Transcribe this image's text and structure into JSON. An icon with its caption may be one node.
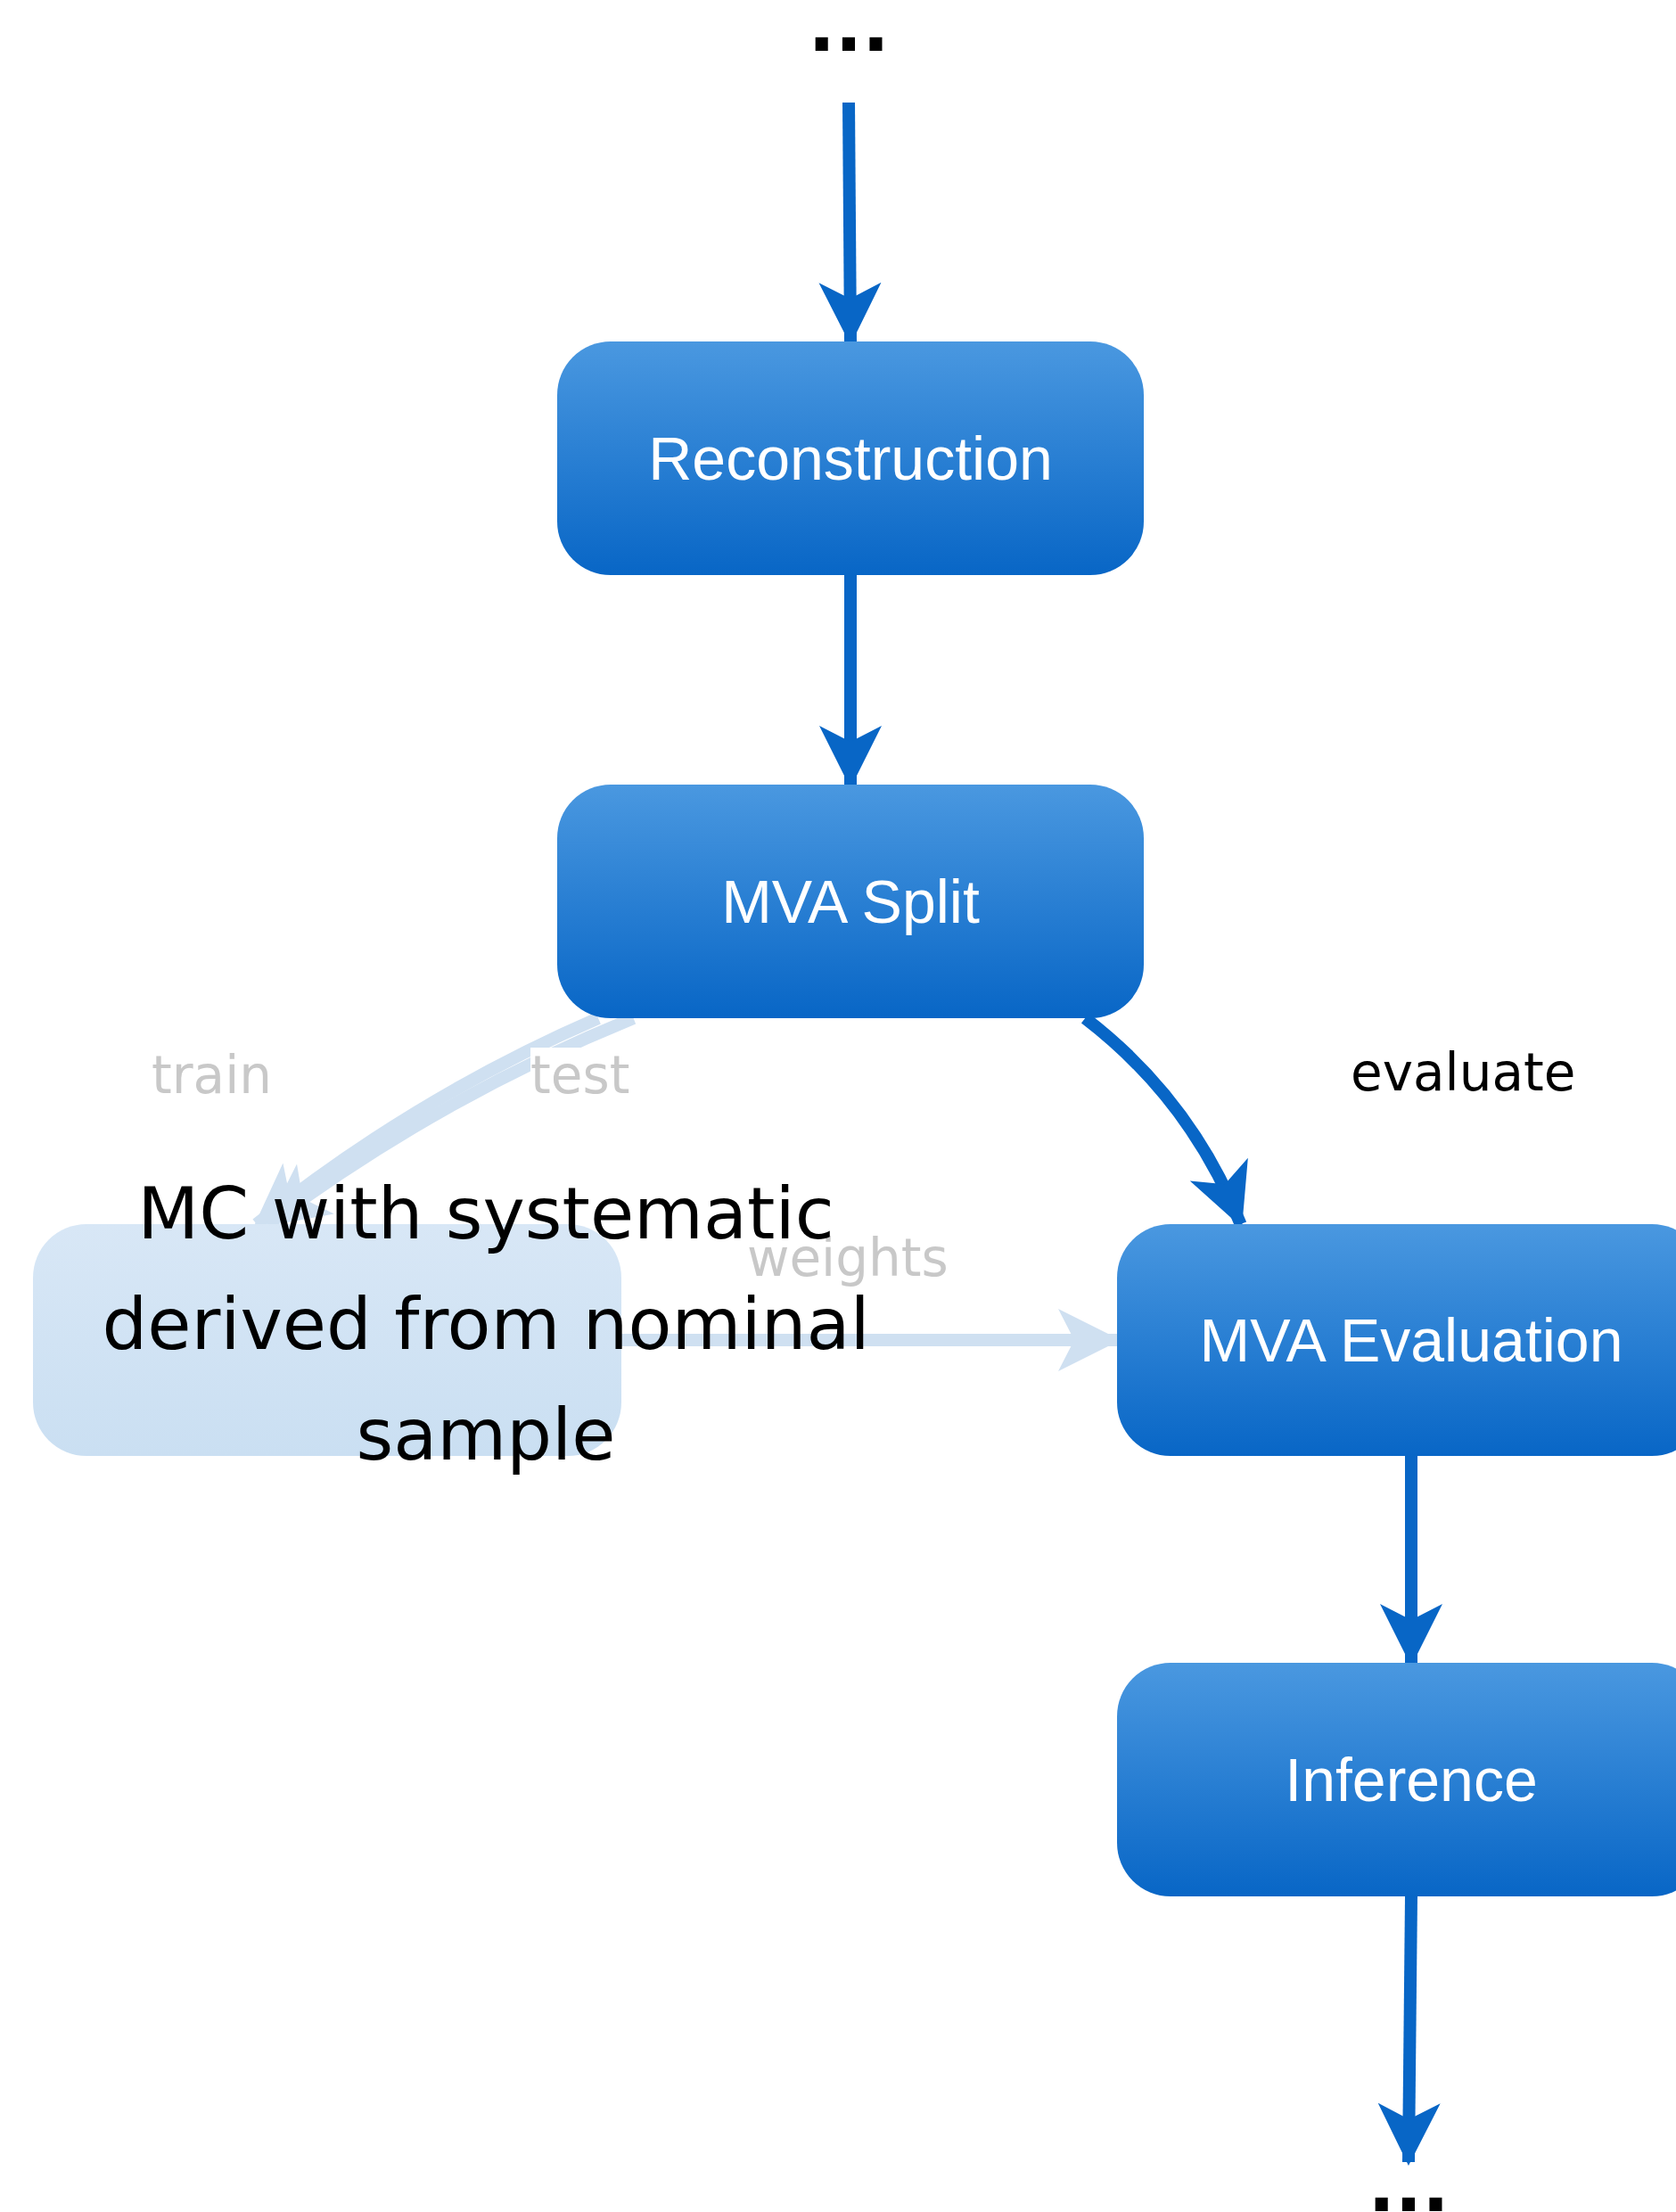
{
  "diagram": {
    "nodes": [
      {
        "text": [
          "..."
        ]
      },
      {
        "text": [
          "Reconstruction"
        ]
      },
      {
        "text": [
          "MVA Split"
        ]
      },
      {
        "text": [],
        "shape": "box"
      },
      {
        "text": [
          "MVA Evaluation"
        ]
      },
      {
        "text": [
          "Inference"
        ]
      },
      {
        "text": [
          "..."
        ]
      }
    ],
    "edges": [
      {
        "from": 0,
        "to": 1,
        "arrow": "to"
      },
      {
        "from": 1,
        "to": 2,
        "arrow": "to"
      },
      {
        "from": 2,
        "to": 3,
        "arrow": "to",
        "label": "train",
        "color": "#cfe0f1"
      },
      {
        "from": 2,
        "to": 3,
        "arrow": "to",
        "label": "test",
        "color": "#cfe0f1"
      },
      {
        "from": 2,
        "to": 4,
        "arrow": "to",
        "label": "evaluate"
      },
      {
        "from": 3,
        "to": 4,
        "arrow": "to",
        "label": "weights",
        "color": "#cfe0f1"
      },
      {
        "from": 4,
        "to": 5,
        "arrow": "to"
      },
      {
        "from": 5,
        "to": 6,
        "arrow": "to"
      }
    ],
    "labels": [
      "MC with systematic derived from nominal sample"
    ]
  }
}
